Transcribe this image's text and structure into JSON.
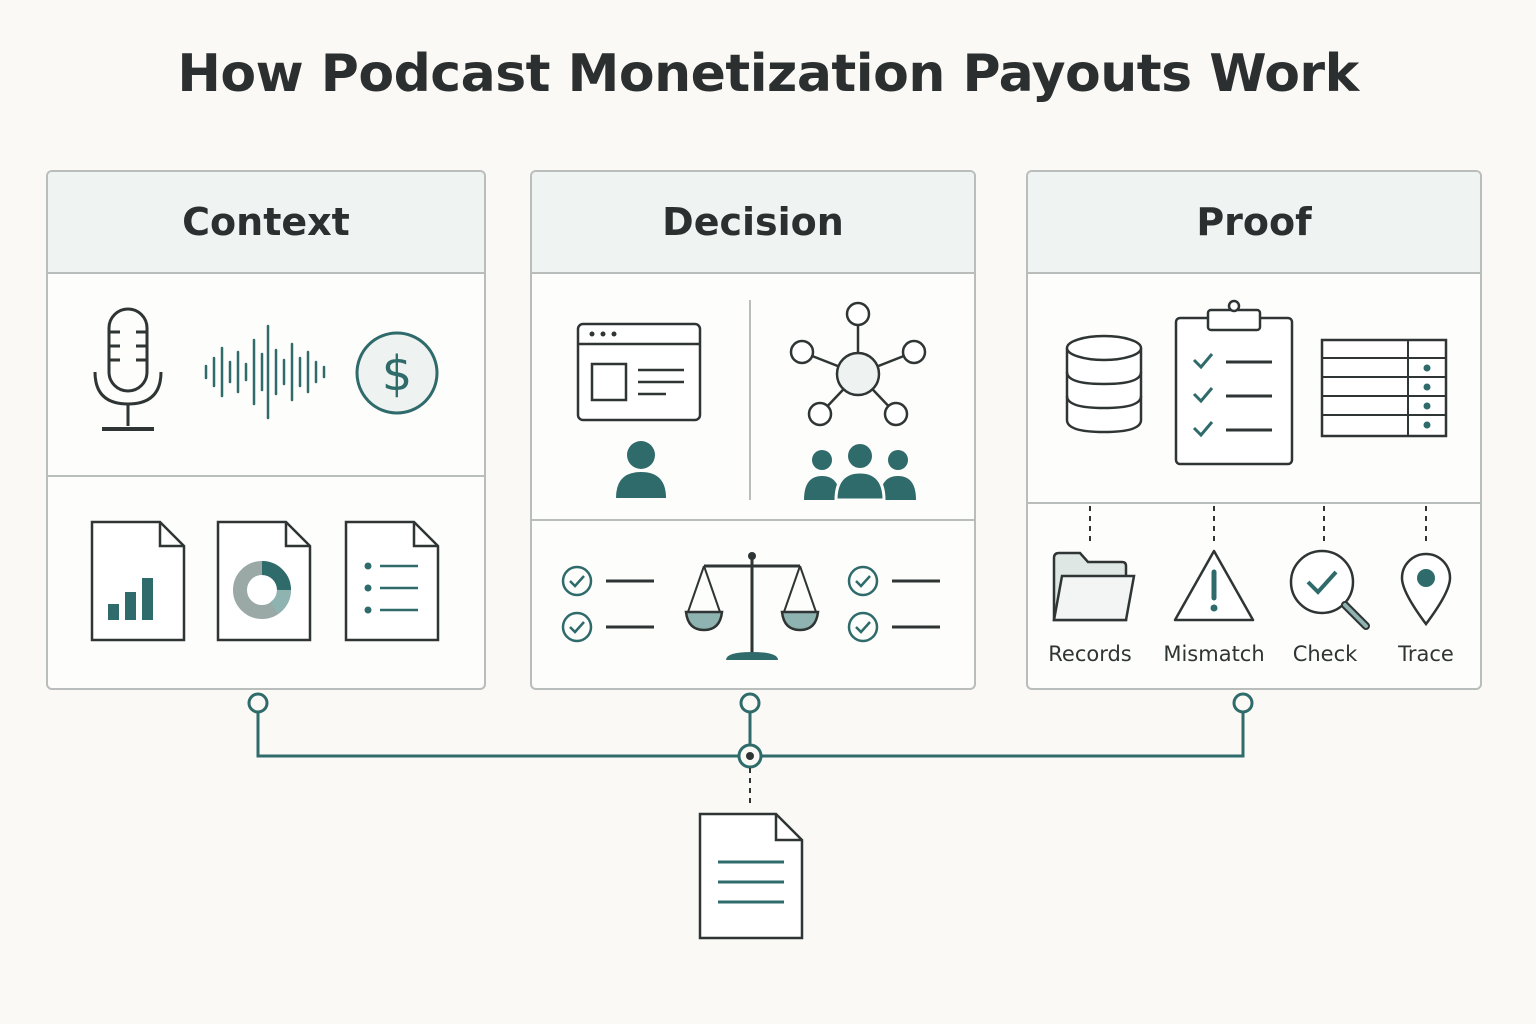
{
  "title": "How Podcast Monetization Payouts Work",
  "colors": {
    "accent": "#2f6b6b",
    "accent_fill": "#8fb3b0",
    "stroke": "#2f3434",
    "border": "#b9bdbb"
  },
  "panels": [
    {
      "name": "Context",
      "icons": [
        "microphone-icon",
        "soundwave-icon",
        "dollar-coin-icon",
        "bar-chart-document-icon",
        "donut-chart-document-icon",
        "list-document-icon"
      ]
    },
    {
      "name": "Decision",
      "icons": [
        "browser-window-icon",
        "user-icon",
        "network-icon",
        "group-icon",
        "checklist-icon",
        "scales-icon",
        "checklist-icon"
      ]
    },
    {
      "name": "Proof",
      "icons": [
        "database-icon",
        "clipboard-checklist-icon",
        "table-icon"
      ],
      "items": [
        {
          "label": "Records",
          "icon": "folder-icon"
        },
        {
          "label": "Mismatch",
          "icon": "warning-icon"
        },
        {
          "label": "Check",
          "icon": "magnifier-check-icon"
        },
        {
          "label": "Trace",
          "icon": "location-pin-icon"
        }
      ]
    }
  ],
  "output": {
    "icon": "document-icon"
  }
}
